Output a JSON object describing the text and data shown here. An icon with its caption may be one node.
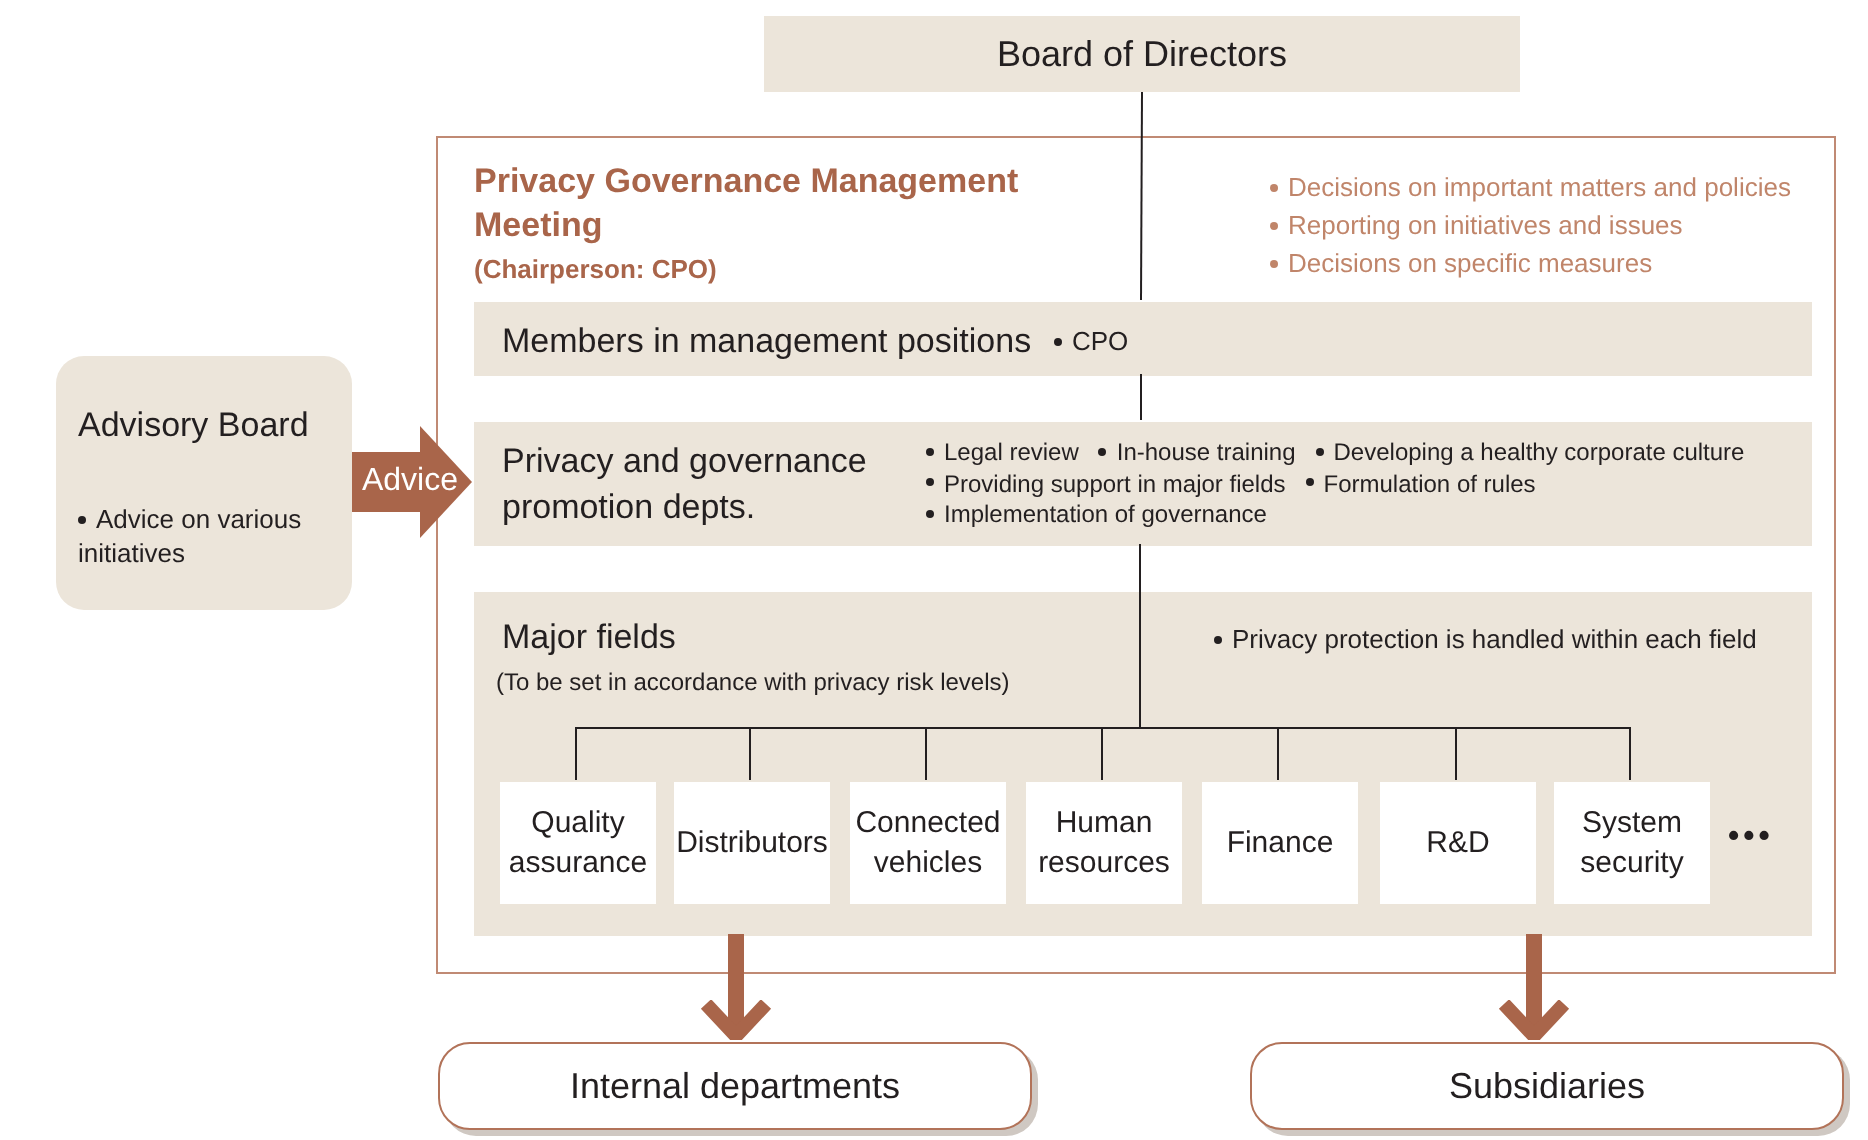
{
  "diagram": {
    "nodes": [
      {
        "text": [
          "Board of Directors"
        ]
      },
      {
        "text": [
          "Privacy Governance Management Meeting",
          "(Chairperson: CPO)",
          "Decisions on important matters and policies",
          "Reporting on initiatives and issues",
          "Decisions on specific measures"
        ]
      },
      {
        "text": [
          "Members in management positions",
          "CPO"
        ],
        "in": 1
      },
      {
        "text": [
          "Privacy and governance promotion depts.",
          "Legal review",
          "In-house training",
          "Developing a healthy corporate culture",
          "Providing support in major fields",
          "Formulation of rules",
          "Implementation of governance"
        ],
        "in": 1
      },
      {
        "text": [
          "Major fields",
          "(To be set in accordance with privacy risk levels)",
          "Privacy protection is handled within each field"
        ],
        "in": 1
      },
      {
        "text": [
          "Quality assurance"
        ],
        "in": 4
      },
      {
        "text": [
          "Distributors"
        ],
        "in": 4
      },
      {
        "text": [
          "Connected vehicles"
        ],
        "in": 4
      },
      {
        "text": [
          "Human resources"
        ],
        "in": 4
      },
      {
        "text": [
          "Finance"
        ],
        "in": 4
      },
      {
        "text": [
          "R&D"
        ],
        "in": 4
      },
      {
        "text": [
          "System security"
        ],
        "in": 4
      },
      {
        "text": [
          "Advisory Board",
          "Advice on various initiatives"
        ]
      },
      {
        "text": [
          "Internal departments"
        ]
      },
      {
        "text": [
          "Subsidiaries"
        ]
      }
    ],
    "edges": [
      {
        "from": 0,
        "to": 2,
        "arrow": "none"
      },
      {
        "from": 2,
        "to": 3,
        "arrow": "none"
      },
      {
        "from": 3,
        "to": 5,
        "arrow": "none"
      },
      {
        "from": 3,
        "to": 6,
        "arrow": "none"
      },
      {
        "from": 3,
        "to": 7,
        "arrow": "none"
      },
      {
        "from": 3,
        "to": 8,
        "arrow": "none"
      },
      {
        "from": 3,
        "to": 9,
        "arrow": "none"
      },
      {
        "from": 3,
        "to": 10,
        "arrow": "none"
      },
      {
        "from": 3,
        "to": 11,
        "arrow": "none"
      },
      {
        "from": 12,
        "to": 3,
        "arrow": "to",
        "label": "Advice",
        "style": "thick",
        "color": "#a9654a"
      },
      {
        "from": 4,
        "to": 13,
        "arrow": "to",
        "style": "thick",
        "color": "#a9654a"
      },
      {
        "from": 4,
        "to": 14,
        "arrow": "to",
        "style": "thick",
        "color": "#a9654a"
      }
    ],
    "labels": [
      "•••"
    ]
  }
}
